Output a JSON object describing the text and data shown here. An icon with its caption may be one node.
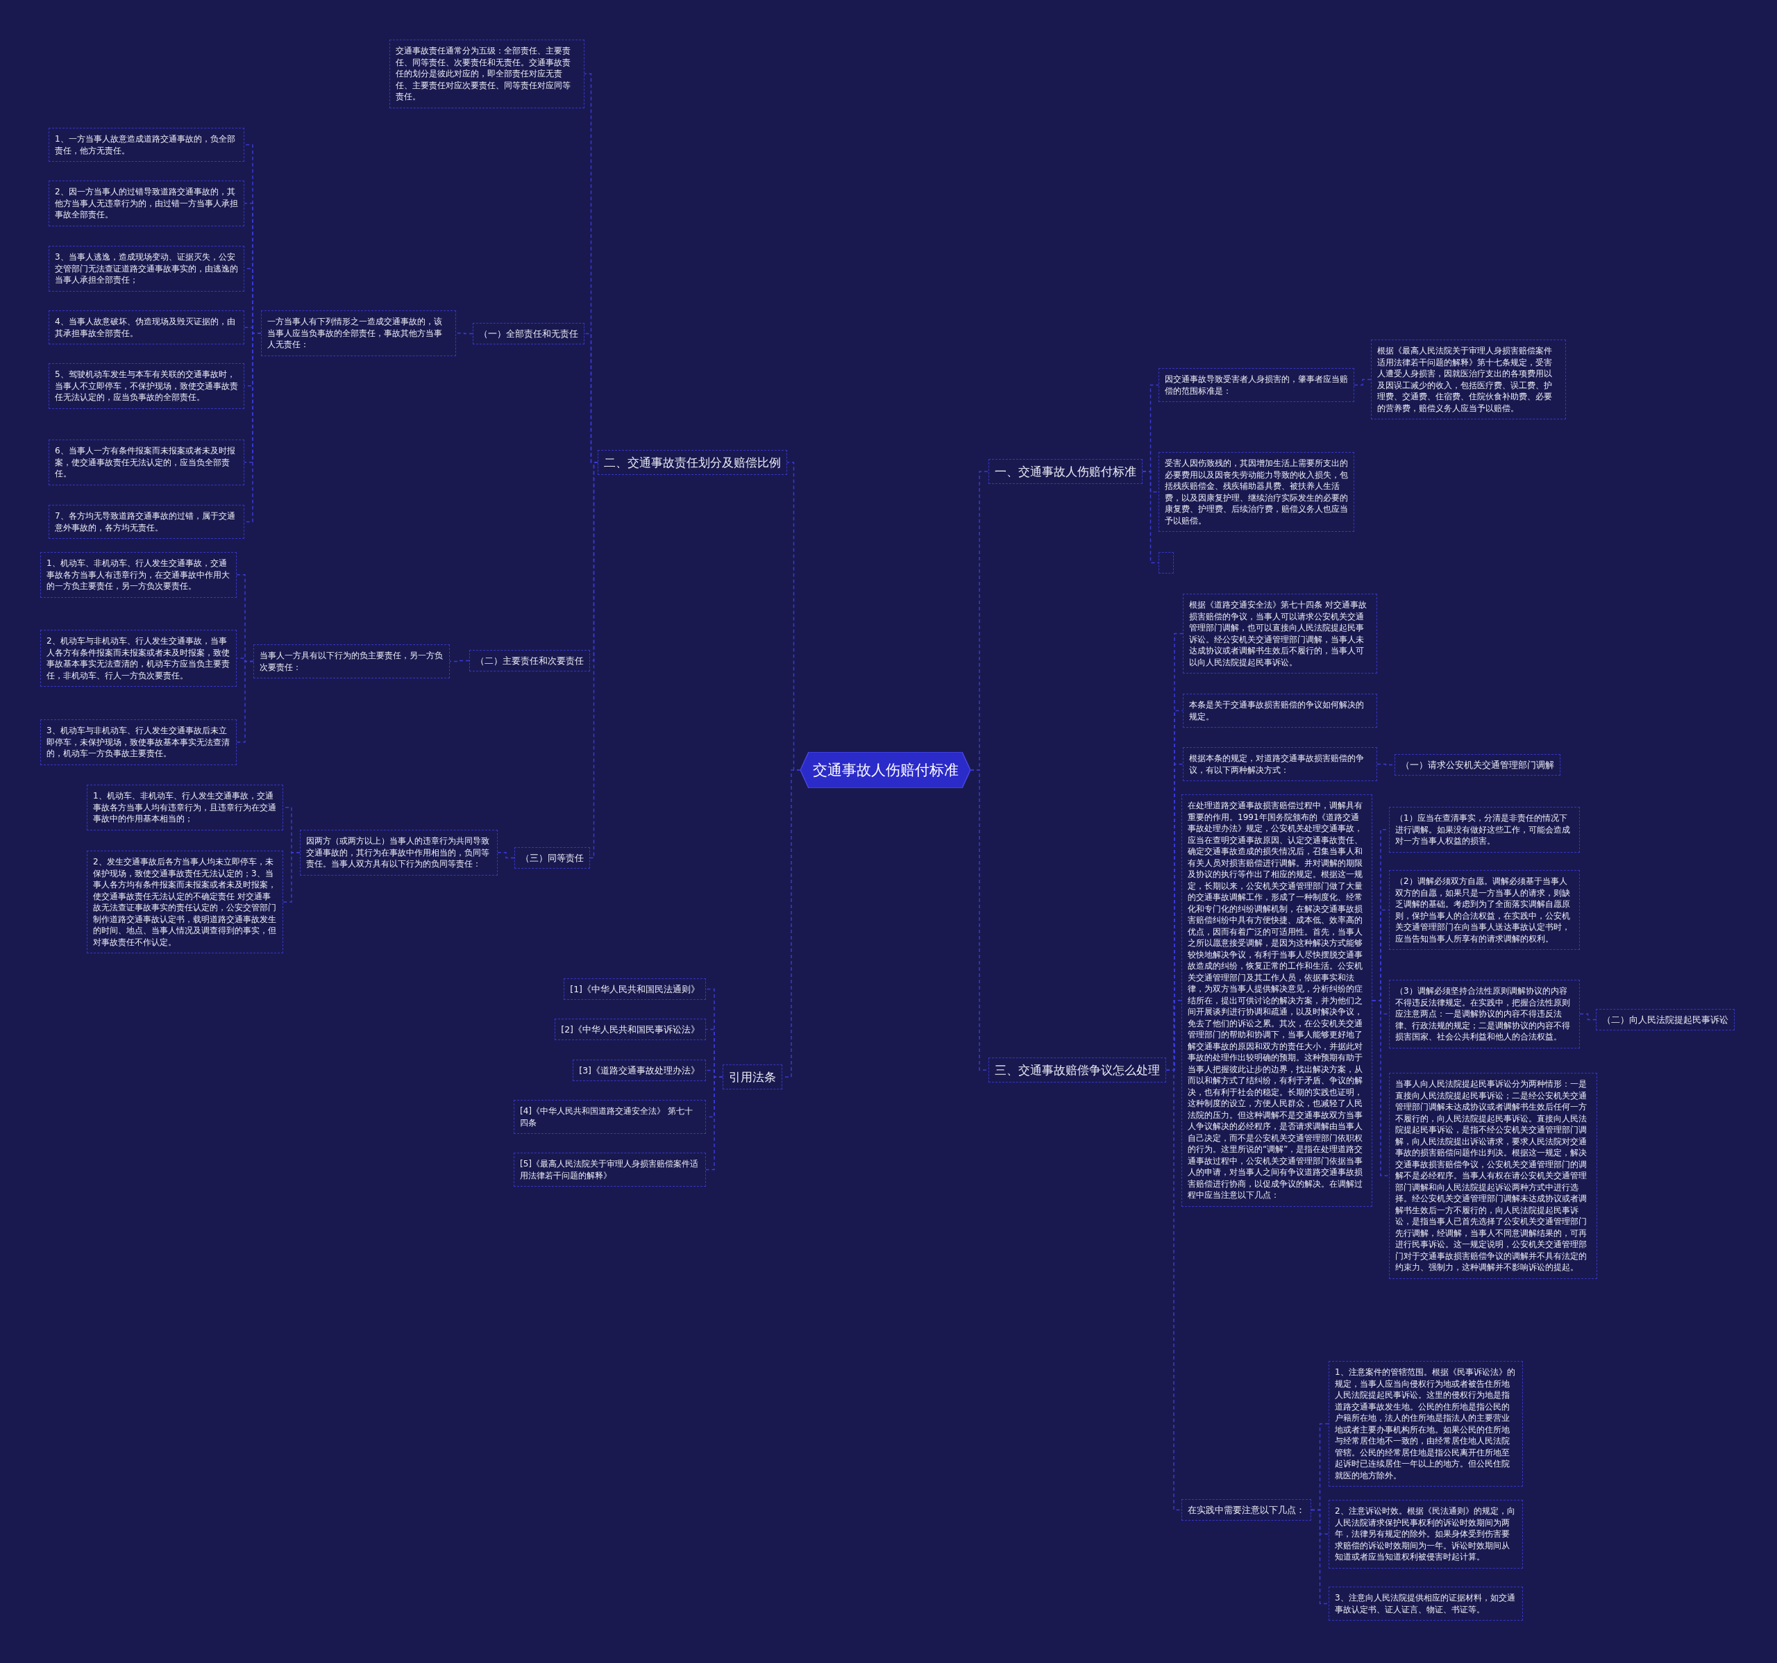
{
  "diagram": {
    "nodes": [
      {
        "text": [
          "交通事故人伤赔付标准"
        ]
      },
      {
        "text": [
          "二、交通事故责任划分及赔偿比例"
        ]
      },
      {
        "text": [
          "交通事故责任通常分为五级：全部责任、主要责任、同等责任、次要责任和无责任。交通事故责任的划分是彼此对应的，即全部责任对应无责任、主要责任对应次要责任、同等责任对应同等责任。"
        ]
      },
      {
        "text": [
          "（一）全部责任和无责任"
        ]
      },
      {
        "text": [
          "一方当事人有下列情形之一造成交通事故的，该当事人应当负事故的全部责任，事故其他方当事人无责任："
        ]
      },
      {
        "text": [
          "1、一方当事人故意造成道路交通事故的，负全部责任，他方无责任。"
        ]
      },
      {
        "text": [
          "2、因一方当事人的过错导致道路交通事故的，其他方当事人无违章行为的，由过错一方当事人承担事故全部责任。"
        ]
      },
      {
        "text": [
          "3、当事人逃逸，造成现场变动、证据灭失，公安交管部门无法查证道路交通事故事实的，由逃逸的当事人承担全部责任；"
        ]
      },
      {
        "text": [
          "4、当事人故意破坏、伪造现场及毁灭证据的，由其承担事故全部责任。"
        ]
      },
      {
        "text": [
          "5、驾驶机动车发生与本车有关联的交通事故时，当事人不立即停车，不保护现场，致使交通事故责任无法认定的，应当负事故的全部责任。"
        ]
      },
      {
        "text": [
          "6、当事人一方有条件报案而未报案或者未及时报案，使交通事故责任无法认定的，应当负全部责任。"
        ]
      },
      {
        "text": [
          "7、各方均无导致道路交通事故的过错，属于交通意外事故的，各方均无责任。"
        ]
      },
      {
        "text": [
          "（二）主要责任和次要责任"
        ]
      },
      {
        "text": [
          "当事人一方具有以下行为的负主要责任，另一方负次要责任："
        ]
      },
      {
        "text": [
          "1、机动车、非机动车、行人发生交通事故，交通事故各方当事人有违章行为，在交通事故中作用大的一方负主要责任，另一方负次要责任。"
        ]
      },
      {
        "text": [
          "2、机动车与非机动车、行人发生交通事故，当事人各方有条件报案而未报案或者未及时报案，致使事故基本事实无法查清的，机动车方应当负主要责任，非机动车、行人一方负次要责任。"
        ]
      },
      {
        "text": [
          "3、机动车与非机动车、行人发生交通事故后未立即停车，未保护现场，致使事故基本事实无法查清的，机动车一方负事故主要责任。"
        ]
      },
      {
        "text": [
          "（三）同等责任"
        ]
      },
      {
        "text": [
          "因两方（或两方以上）当事人的违章行为共同导致交通事故的，其行为在事故中作用相当的，负同等责任。当事人双方具有以下行为的负同等责任："
        ]
      },
      {
        "text": [
          "1、机动车、非机动车、行人发生交通事故，交通事故各方当事人均有违章行为，且违章行为在交通事故中的作用基本相当的；"
        ]
      },
      {
        "text": [
          "2、发生交通事故后各方当事人均未立即停车，未保护现场，致使交通事故责任无法认定的；3、当事人各方均有条件报案而未报案或者未及时报案，使交通事故责任无法认定的不确定责任 对交通事故无法查证事故事实的责任认定的，公安交管部门制作道路交通事故认定书，载明道路交通事故发生的时间、地点、当事人情况及调查得到的事实，但对事故责任不作认定。"
        ]
      },
      {
        "text": [
          "引用法条"
        ]
      },
      {
        "text": [
          "[1]《中华人民共和国民法通则》"
        ]
      },
      {
        "text": [
          "[2]《中华人民共和国民事诉讼法》"
        ]
      },
      {
        "text": [
          "[3]《道路交通事故处理办法》"
        ]
      },
      {
        "text": [
          "[4]《中华人民共和国道路交通安全法》 第七十四条"
        ]
      },
      {
        "text": [
          "[5]《最高人民法院关于审理人身损害赔偿案件适用法律若干问题的解释》"
        ]
      },
      {
        "text": [
          "一、交通事故人伤赔付标准"
        ]
      },
      {
        "text": [
          "因交通事故导致受害者人身损害的，肇事者应当赔偿的范围标准是："
        ]
      },
      {
        "text": [
          "根据《最高人民法院关于审理人身损害赔偿案件适用法律若干问题的解释》第十七条规定，受害人遭受人身损害，因就医治疗支出的各项费用以及因误工减少的收入，包括医疗费、误工费、护理费、交通费、住宿费、住院伙食补助费、必要的营养费，赔偿义务人应当予以赔偿。"
        ]
      },
      {
        "text": [
          "受害人因伤致残的，其因增加生活上需要所支出的必要费用以及因丧失劳动能力导致的收入损失，包括残疾赔偿金、残疾辅助器具费、被扶养人生活费，以及因康复护理、继续治疗实际发生的必要的康复费、护理费、后续治疗费，赔偿义务人也应当予以赔偿。"
        ]
      },
      {
        "text": [],
        "shape": "box"
      },
      {
        "text": [
          "三、交通事故赔偿争议怎么处理"
        ]
      },
      {
        "text": [
          "根据《道路交通安全法》第七十四条 对交通事故损害赔偿的争议，当事人可以请求公安机关交通管理部门调解，也可以直接向人民法院提起民事诉讼。经公安机关交通管理部门调解，当事人未达成协议或者调解书生效后不履行的，当事人可以向人民法院提起民事诉讼。"
        ]
      },
      {
        "text": [
          "本条是关于交通事故损害赔偿的争议如何解决的规定。"
        ]
      },
      {
        "text": [
          "根据本条的规定，对道路交通事故损害赔偿的争议，有以下两种解决方式："
        ]
      },
      {
        "text": [
          "（一）请求公安机关交通管理部门调解"
        ]
      },
      {
        "text": [
          "在处理道路交通事故损害赔偿过程中，调解具有重要的作用。1991年国务院颁布的《道路交通事故处理办法》规定，公安机关处理交通事故，应当在查明交通事故原因、认定交通事故责任、确定交通事故造成的损失情况后，召集当事人和有关人员对损害赔偿进行调解。并对调解的期限及协议的执行等作出了相应的规定。根据这一规定，长期以来，公安机关交通管理部门做了大量的交通事故调解工作，形成了一种制度化、经常化和专门化的纠纷调解机制，在解决交通事故损害赔偿纠纷中具有方便快捷、成本低、效率高的优点，因而有着广泛的可适用性。首先，当事人之所以愿意接受调解，是因为这种解决方式能够较快地解决争议，有利于当事人尽快摆脱交通事故造成的纠纷，恢复正常的工作和生活。公安机关交通管理部门及其工作人员，依据事实和法律，为双方当事人提供解决意见，分析纠纷的症结所在，提出可供讨论的解决方案，并为他们之间开展谈判进行协调和疏通，以及时解决争议，免去了他们的诉讼之累。其次，在公安机关交通管理部门的帮助和协调下，当事人能够更好地了解交通事故的原因和双方的责任大小，并据此对事故的处理作出较明确的预期。这种预期有助于当事人把握彼此让步的边界，找出解决方案，从而以和解方式了结纠纷，有利于矛盾、争议的解决，也有利于社会的稳定。长期的实践也证明，这种制度的设立，方便人民群众，也减轻了人民法院的压力。但这种调解不是交通事故双方当事人争议解决的必经程序，是否请求调解由当事人自己决定，而不是公安机关交通管理部门依职权的行为。这里所说的“调解”，是指在处理道路交通事故过程中，公安机关交通管理部门依据当事人的申请，对当事人之间有争议道路交通事故损害赔偿进行协商，以促成争议的解决。在调解过程中应当注意以下几点："
        ]
      },
      {
        "text": [
          "（1）应当在查清事实，分清是非责任的情况下进行调解。如果没有做好这些工作，可能会造成对一方当事人权益的损害。"
        ]
      },
      {
        "text": [
          "（2）调解必须双方自愿。调解必须基于当事人双方的自愿，如果只是一方当事人的请求，则缺乏调解的基础。考虑到为了全面落实调解自愿原则，保护当事人的合法权益，在实践中，公安机关交通管理部门在向当事人送达事故认定书时，应当告知当事人所享有的请求调解的权利。"
        ]
      },
      {
        "text": [
          "（3）调解必须坚持合法性原则调解协议的内容不得违反法律规定。在实践中，把握合法性原则应注意两点：一是调解协议的内容不得违反法律、行政法规的规定；二是调解协议的内容不得损害国家、社会公共利益和他人的合法权益。"
        ]
      },
      {
        "text": [
          "（二）向人民法院提起民事诉讼"
        ]
      },
      {
        "text": [
          "当事人向人民法院提起民事诉讼分为两种情形：一是直接向人民法院提起民事诉讼；二是经公安机关交通管理部门调解未达成协议或者调解书生效后任何一方不履行的，向人民法院提起民事诉讼。直接向人民法院提起民事诉讼，是指不经公安机关交通管理部门调解，向人民法院提出诉讼请求，要求人民法院对交通事故的损害赔偿问题作出判决。根据这一规定，解决交通事故损害赔偿争议，公安机关交通管理部门的调解不是必经程序。当事人有权在请公安机关交通管理部门调解和向人民法院提起诉讼两种方式中进行选择。经公安机关交通管理部门调解未达成协议或者调解书生效后一方不履行的，向人民法院提起民事诉讼，是指当事人已首先选择了公安机关交通管理部门先行调解，经调解，当事人不同意调解结果的，可再进行民事诉讼。这一规定说明，公安机关交通管理部门对于交通事故损害赔偿争议的调解并不具有法定的约束力、强制力，这种调解并不影响诉讼的提起。"
        ]
      },
      {
        "text": [
          "在实践中需要注意以下几点："
        ]
      },
      {
        "text": [
          "1、注意案件的管辖范围。根据《民事诉讼法》的规定，当事人应当向侵权行为地或者被告住所地人民法院提起民事诉讼。这里的侵权行为地是指道路交通事故发生地。公民的住所地是指公民的户籍所在地，法人的住所地是指法人的主要营业地或者主要办事机构所在地。如果公民的住所地与经常居住地不一致的，由经常居住地人民法院管辖。公民的经常居住地是指公民离开住所地至起诉时已连续居住一年以上的地方。但公民住院就医的地方除外。"
        ]
      },
      {
        "text": [
          "2、注意诉讼时效。根据《民法通则》的规定，向人民法院请求保护民事权利的诉讼时效期间为两年，法律另有规定的除外。如果身体受到伤害要求赔偿的诉讼时效期间为一年。诉讼时效期间从知道或者应当知道权利被侵害时起计算。"
        ]
      },
      {
        "text": [
          "3、注意向人民法院提供相应的证据材料，如交通事故认定书、证人证言、物证、书证等。"
        ]
      }
    ],
    "edges": [
      {
        "from": 0,
        "to": 1,
        "arrow": "none"
      },
      {
        "from": 1,
        "to": 2,
        "arrow": "none"
      },
      {
        "from": 1,
        "to": 3,
        "arrow": "none"
      },
      {
        "from": 3,
        "to": 4,
        "arrow": "none"
      },
      {
        "from": 4,
        "to": 5,
        "arrow": "none"
      },
      {
        "from": 4,
        "to": 6,
        "arrow": "none"
      },
      {
        "from": 4,
        "to": 7,
        "arrow": "none"
      },
      {
        "from": 4,
        "to": 8,
        "arrow": "none"
      },
      {
        "from": 4,
        "to": 9,
        "arrow": "none"
      },
      {
        "from": 4,
        "to": 10,
        "arrow": "none"
      },
      {
        "from": 4,
        "to": 11,
        "arrow": "none"
      },
      {
        "from": 1,
        "to": 12,
        "arrow": "none"
      },
      {
        "from": 12,
        "to": 13,
        "arrow": "none"
      },
      {
        "from": 13,
        "to": 14,
        "arrow": "none"
      },
      {
        "from": 13,
        "to": 15,
        "arrow": "none"
      },
      {
        "from": 13,
        "to": 16,
        "arrow": "none"
      },
      {
        "from": 1,
        "to": 17,
        "arrow": "none"
      },
      {
        "from": 17,
        "to": 18,
        "arrow": "none"
      },
      {
        "from": 18,
        "to": 19,
        "arrow": "none"
      },
      {
        "from": 18,
        "to": 20,
        "arrow": "none"
      },
      {
        "from": 0,
        "to": 21,
        "arrow": "none"
      },
      {
        "from": 21,
        "to": 22,
        "arrow": "none"
      },
      {
        "from": 21,
        "to": 23,
        "arrow": "none"
      },
      {
        "from": 21,
        "to": 24,
        "arrow": "none"
      },
      {
        "from": 21,
        "to": 25,
        "arrow": "none"
      },
      {
        "from": 21,
        "to": 26,
        "arrow": "none"
      },
      {
        "from": 0,
        "to": 27,
        "arrow": "none"
      },
      {
        "from": 27,
        "to": 28,
        "arrow": "none"
      },
      {
        "from": 28,
        "to": 29,
        "arrow": "none"
      },
      {
        "from": 27,
        "to": 30,
        "arrow": "none"
      },
      {
        "from": 27,
        "to": 31,
        "arrow": "none"
      },
      {
        "from": 0,
        "to": 32,
        "arrow": "none"
      },
      {
        "from": 32,
        "to": 33,
        "arrow": "none"
      },
      {
        "from": 32,
        "to": 34,
        "arrow": "none"
      },
      {
        "from": 32,
        "to": 35,
        "arrow": "none"
      },
      {
        "from": 35,
        "to": 36,
        "arrow": "none"
      },
      {
        "from": 32,
        "to": 37,
        "arrow": "none"
      },
      {
        "from": 37,
        "to": 38,
        "arrow": "none"
      },
      {
        "from": 37,
        "to": 39,
        "arrow": "none"
      },
      {
        "from": 37,
        "to": 40,
        "arrow": "none"
      },
      {
        "from": 40,
        "to": 41,
        "arrow": "none"
      },
      {
        "from": 37,
        "to": 42,
        "arrow": "none"
      },
      {
        "from": 32,
        "to": 43,
        "arrow": "none"
      },
      {
        "from": 43,
        "to": 44,
        "arrow": "none"
      },
      {
        "from": 43,
        "to": 45,
        "arrow": "none"
      },
      {
        "from": 43,
        "to": 46,
        "arrow": "none"
      }
    ]
  }
}
